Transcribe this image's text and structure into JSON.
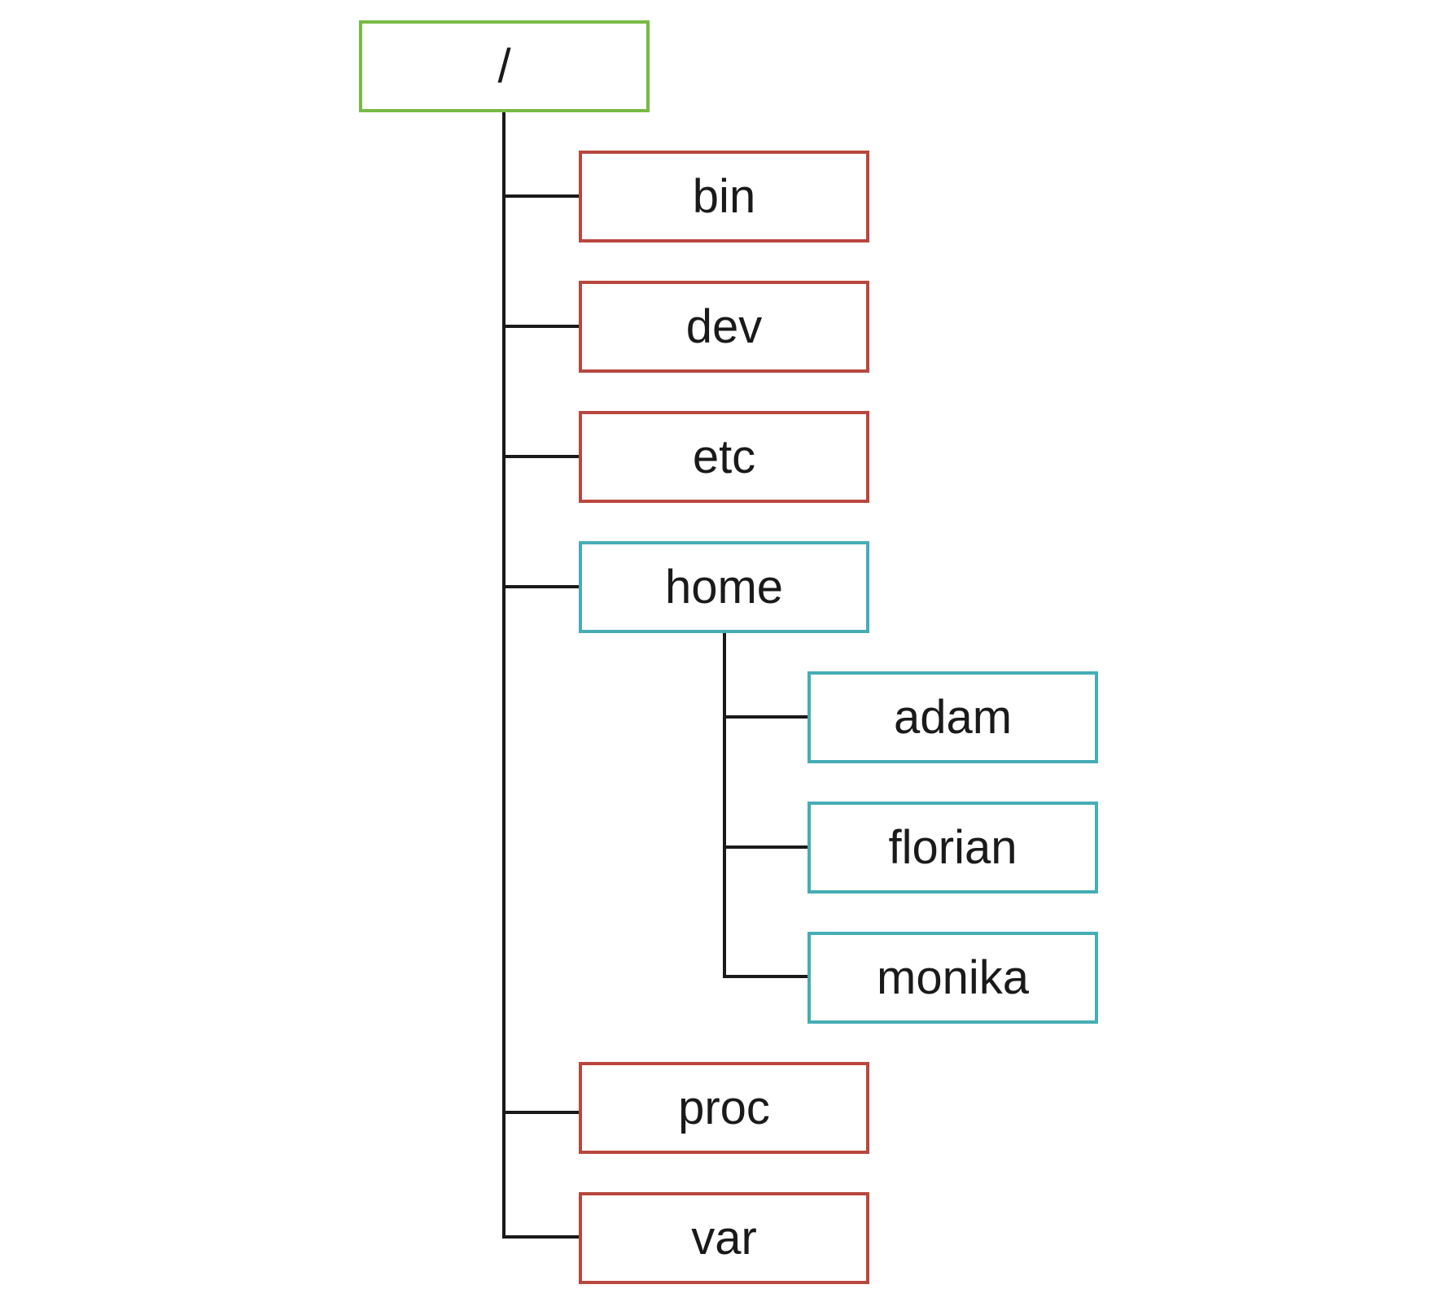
{
  "colors": {
    "root_border": "#78b943",
    "system_dir_border": "#b8473e",
    "home_dir_border": "#46adb5",
    "connector": "#1a1a1a",
    "text": "#1a1a1a"
  },
  "tree": {
    "root": {
      "label": "/",
      "kind": "root"
    },
    "children": [
      {
        "label": "bin",
        "kind": "system"
      },
      {
        "label": "dev",
        "kind": "system"
      },
      {
        "label": "etc",
        "kind": "system"
      },
      {
        "label": "home",
        "kind": "home",
        "children": [
          {
            "label": "adam",
            "kind": "home"
          },
          {
            "label": "florian",
            "kind": "home"
          },
          {
            "label": "monika",
            "kind": "home"
          }
        ]
      },
      {
        "label": "proc",
        "kind": "system"
      },
      {
        "label": "var",
        "kind": "system"
      }
    ]
  }
}
